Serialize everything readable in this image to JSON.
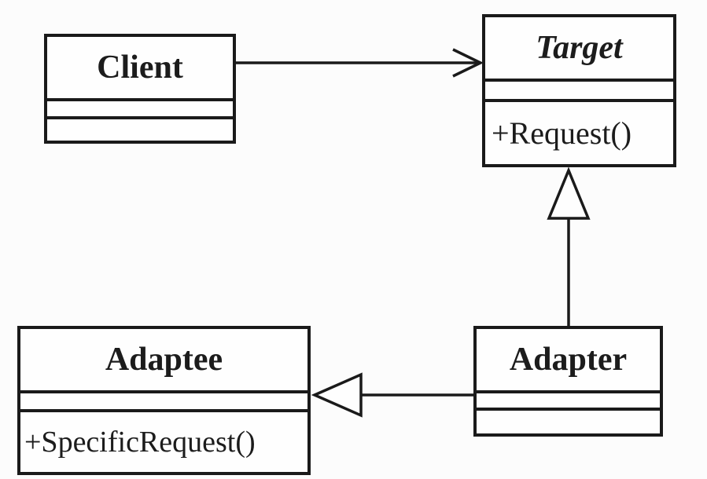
{
  "diagram": {
    "kind": "uml-class-diagram",
    "pattern": "Adapter",
    "classes": {
      "client": {
        "name": "Client",
        "name_style": "bold",
        "attributes": [],
        "methods": []
      },
      "target": {
        "name": "Target",
        "name_style": "bold-italic",
        "attributes": [],
        "methods": [
          "+Request()"
        ]
      },
      "adaptee": {
        "name": "Adaptee",
        "name_style": "bold",
        "attributes": [],
        "methods": [
          "+SpecificRequest()"
        ]
      },
      "adapter": {
        "name": "Adapter",
        "name_style": "bold",
        "attributes": [],
        "methods": []
      }
    },
    "relationships": [
      {
        "from": "Client",
        "to": "Target",
        "type": "association",
        "arrowhead": "open-arrow"
      },
      {
        "from": "Adapter",
        "to": "Target",
        "type": "generalization",
        "arrowhead": "hollow-triangle"
      },
      {
        "from": "Adapter",
        "to": "Adaptee",
        "type": "generalization",
        "arrowhead": "hollow-triangle"
      }
    ],
    "colors": {
      "line": "#1a1a1a",
      "background": "#fcfcfc",
      "box_fill": "#fefefe",
      "text": "#1c1c1c"
    }
  }
}
